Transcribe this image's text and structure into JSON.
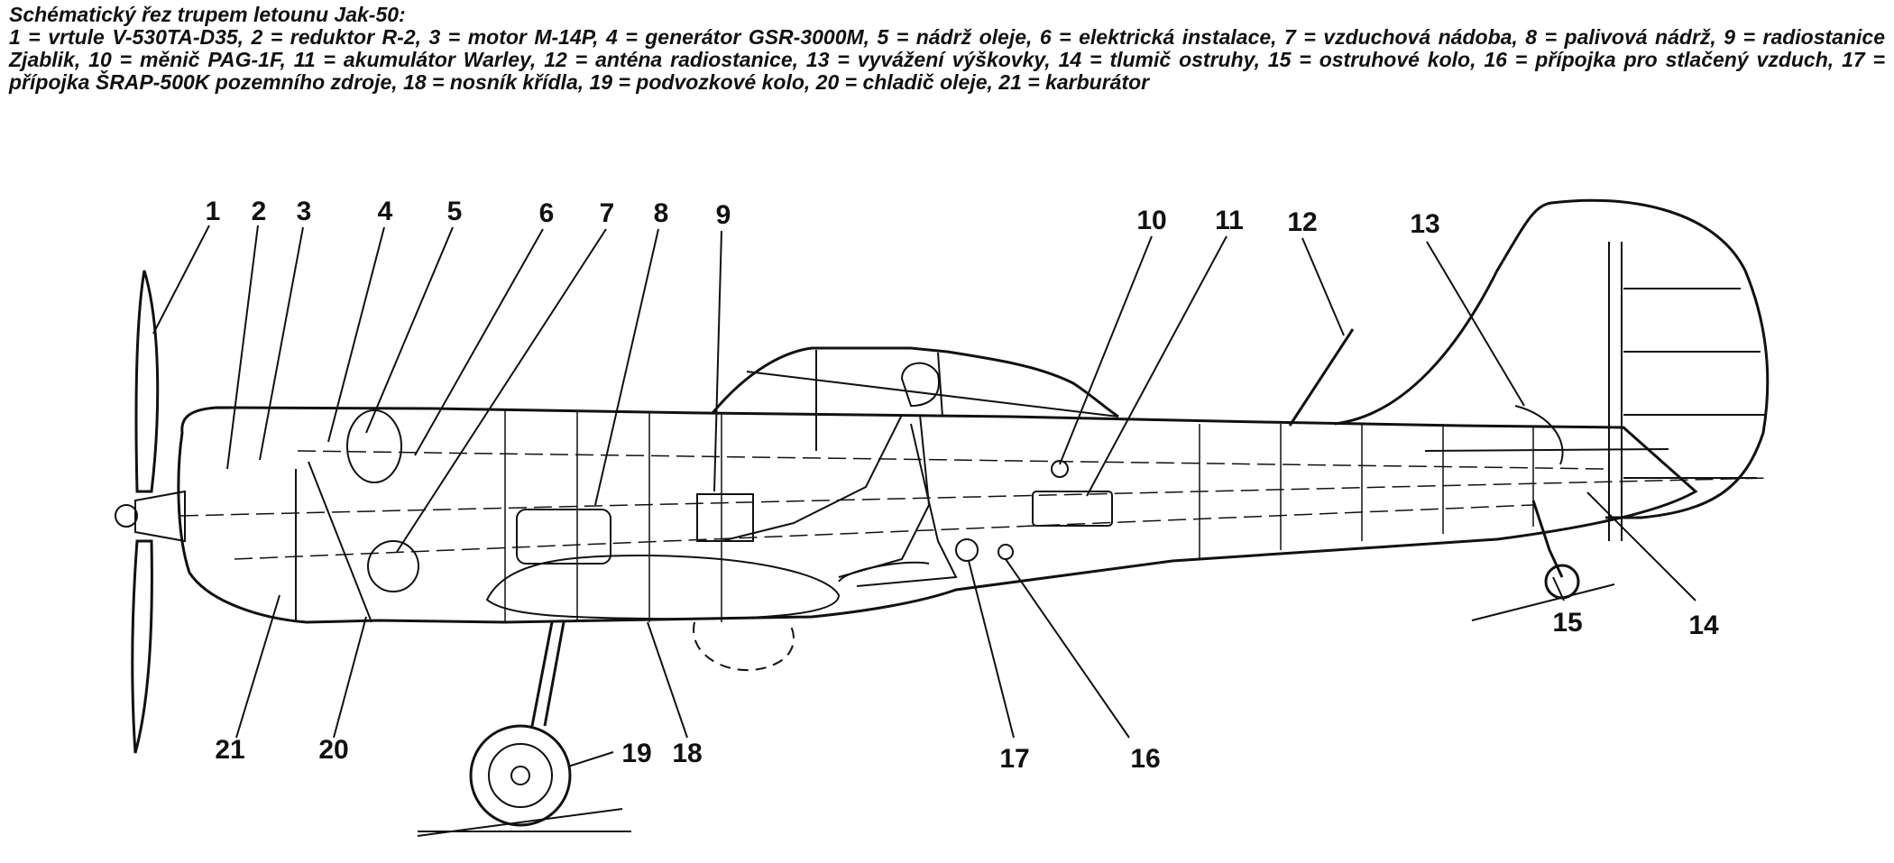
{
  "caption": {
    "title": "Schématický řez trupem letounu Jak-50:",
    "legend": "1 = vrtule V-530TA-D35, 2 = reduktor R-2, 3 = motor M-14P, 4 = generátor GSR-3000M, 5 = nádrž oleje, 6 = elektrická instalace, 7 = vzduchová nádoba, 8 = palivová nádrž, 9 = radiostanice Zjablik, 10 = měnič PAG-1F, 11 = akumulátor Warley, 12 = anténa radiostanice, 13 = vyvážení výškovky, 14 = tlumič ostruhy, 15 = ostruhové kolo, 16 = přípojka pro stlačený vzduch, 17 = přípojka ŠRAP-500K pozemního zdroje, 18 = nosník křídla, 19 = podvozkové kolo, 20 = chladič oleje, 21 = karburátor"
  },
  "callouts": [
    "1",
    "2",
    "3",
    "4",
    "5",
    "6",
    "7",
    "8",
    "9",
    "10",
    "11",
    "12",
    "13",
    "14",
    "15",
    "16",
    "17",
    "18",
    "19",
    "20",
    "21"
  ]
}
